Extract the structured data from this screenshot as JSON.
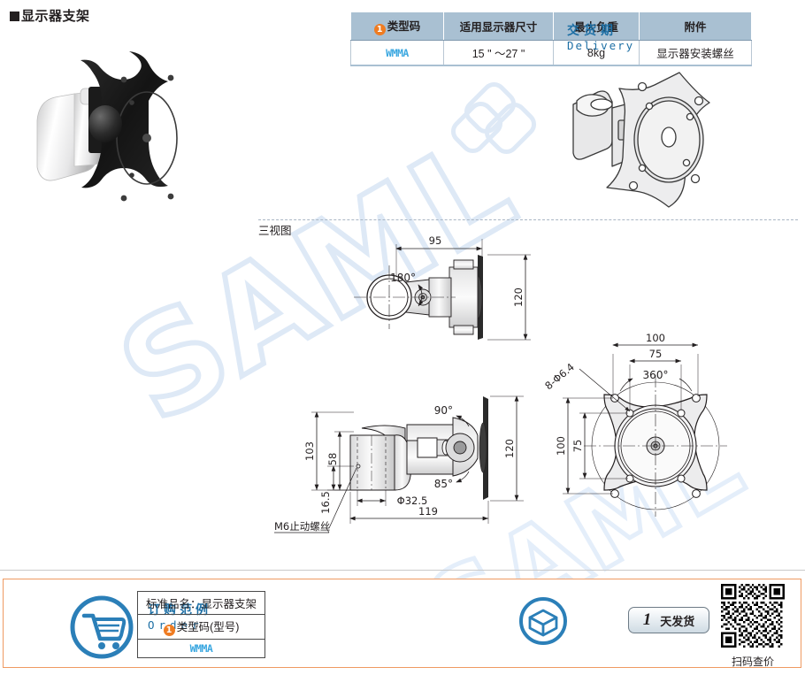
{
  "page": {
    "title": "显示器支架",
    "title_marker": "square-bullet",
    "watermark_text": "SAML",
    "watermark_color": "#dee9f6"
  },
  "spec_table": {
    "headers": [
      "❶类型码",
      "适用显示器尺寸",
      "最大负重",
      "附件"
    ],
    "header_badge": "1",
    "rows": [
      {
        "type_code": "WMMA",
        "monitor_size": "15 \" ～27 \"",
        "max_load": "8kg",
        "accessory": "显示器安装螺丝"
      }
    ],
    "header_bg": "#a9c0d2",
    "code_color": "#3aa7e0"
  },
  "three_view": {
    "label": "三视图",
    "top_view": {
      "dim_width": "95",
      "dim_height": "120",
      "angle": "180°"
    },
    "side_view": {
      "dim_total_height": "103",
      "dim_mid_height": "58",
      "dim_low_height": "16.5",
      "dim_diameter": "Φ32.5",
      "dim_depth": "119",
      "dim_plate_height": "120",
      "angle_upper": "90°",
      "angle_lower": "85°",
      "callout": "M6止动螺丝"
    },
    "front_view": {
      "dim_outer_width": "100",
      "dim_inner_width": "75",
      "dim_outer_height": "100",
      "dim_inner_height": "75",
      "angle": "360°",
      "hole_callout": "8-Φ6.4"
    }
  },
  "footer": {
    "order": {
      "icon": "shopping-cart-icon",
      "label_cn": "订购范例",
      "label_en": "Order",
      "table": [
        "标准品名：显示器支架",
        "❶类型码(型号)",
        "WMMA"
      ],
      "badge": "1",
      "name_label": "标准品名：",
      "name_value": "显示器支架",
      "code_label": "类型码(型号)",
      "code_value": "WMMA"
    },
    "delivery": {
      "icon": "package-box-icon",
      "label_cn": "交货期",
      "label_en": "Delivery",
      "days": "1",
      "unit": "天发货"
    },
    "qr": {
      "caption": "扫码查价"
    },
    "border_color": "#ef9a62"
  }
}
